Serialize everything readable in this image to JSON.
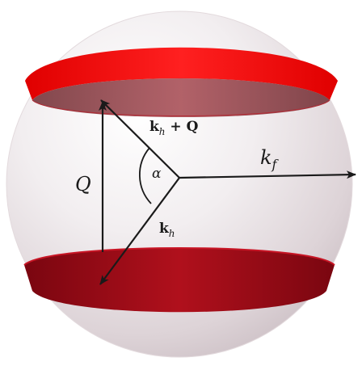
{
  "labels": {
    "kf_main": "k",
    "kf_sub": "f",
    "Q_vertical": "Q",
    "alpha": "α",
    "kh_plus_Q_main": "k",
    "kh_plus_Q_sub": "h",
    "kh_plus_Q_rest": " + Q",
    "kh_main": "k",
    "kh_sub": "h"
  },
  "colors": {
    "sphere_fill": "#ede7ea",
    "sphere_edge": "#d9cfd3",
    "band_bright": "#ff1a1a",
    "band_dark": "#8b0a12",
    "band_inner": "#9b3a42",
    "arrow": "#1a1a1a"
  },
  "icons": {
    "background": "translucent-fermi-sphere",
    "upper_band": "red-ring-band",
    "lower_band": "red-ring-band"
  }
}
